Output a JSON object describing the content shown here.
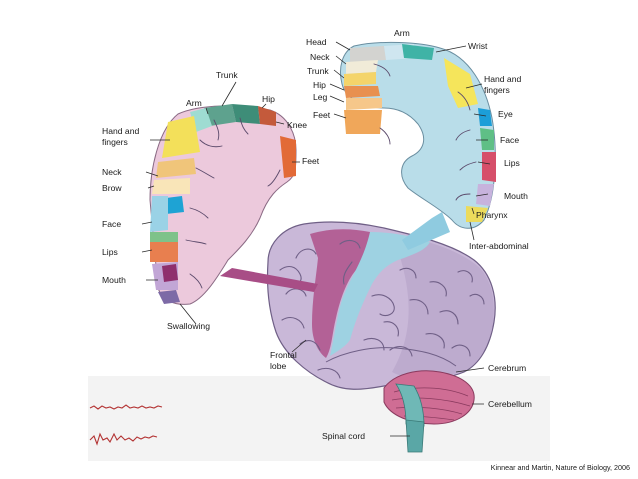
{
  "sensory_labels": {
    "head": "Head",
    "neck": "Neck",
    "trunk": "Trunk",
    "hip": "Hip",
    "leg": "Leg",
    "feet": "Feet",
    "arm": "Arm",
    "wrist": "Wrist",
    "hand_fingers_1": "Hand and",
    "hand_fingers_2": "fingers",
    "eye": "Eye",
    "face": "Face",
    "lips": "Lips",
    "mouth": "Mouth",
    "pharynx": "Pharynx",
    "inter_abdominal": "Inter-abdominal"
  },
  "motor_labels": {
    "trunk": "Trunk",
    "arm": "Arm",
    "hip": "Hip",
    "knee": "Knee",
    "hand_fingers_1": "Hand and",
    "hand_fingers_2": "fingers",
    "feet": "Feet",
    "neck": "Neck",
    "brow": "Brow",
    "face": "Face",
    "lips": "Lips",
    "mouth": "Mouth",
    "swallowing": "Swallowing"
  },
  "brain_labels": {
    "frontal_lobe_1": "Frontal",
    "frontal_lobe_2": "lobe",
    "cerebrum": "Cerebrum",
    "cerebellum": "Cerebellum",
    "spinal_cord": "Spinal cord"
  },
  "caption": "Kinnear and Martin, Nature of Biology, 2006",
  "colors": {
    "sensory_strip": "#b9dde9",
    "motor_strip": "#ecc9dc",
    "brain": "#c9b8d8",
    "motor_band": "#b0588f",
    "sensory_band": "#9ed2e2",
    "cerebellum": "#cf6d94",
    "spinal_cord": "#5aa7a6",
    "wave": "#b33333"
  }
}
